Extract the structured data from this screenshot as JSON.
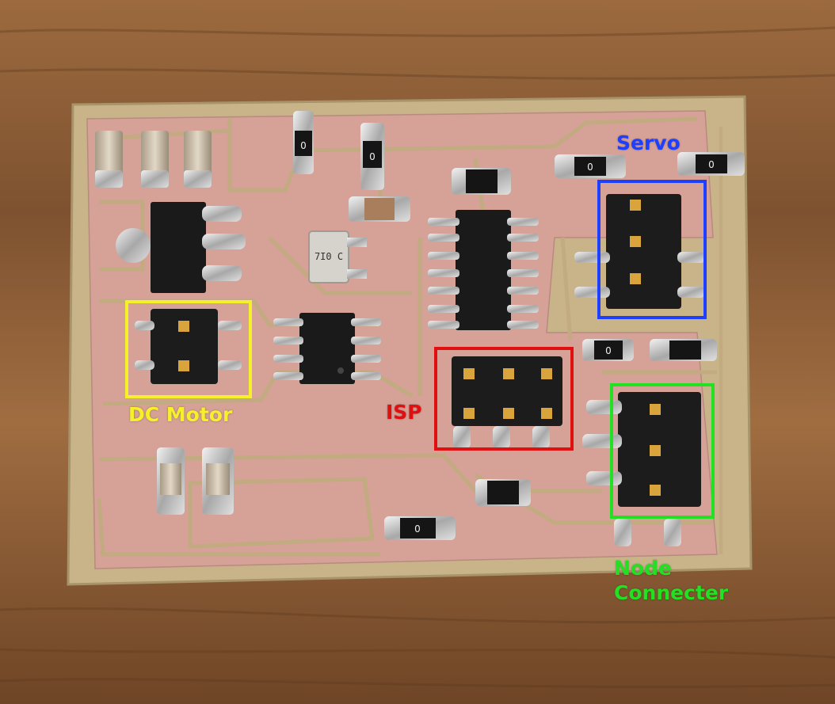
{
  "labels": {
    "servo": "Servo",
    "dc_motor": "DC Motor",
    "isp": "ISP",
    "node_connecter": "Node\nConnecter"
  },
  "resistor_marking": "0",
  "regulator_marking": "7I0 C",
  "colors": {
    "servo": "#1f3fff",
    "dc_motor": "#f5f02a",
    "isp": "#e01010",
    "node_connecter": "#22e022",
    "board": "#c9b48a",
    "copper": "#d9a39a",
    "wood": "#8a5a32"
  }
}
